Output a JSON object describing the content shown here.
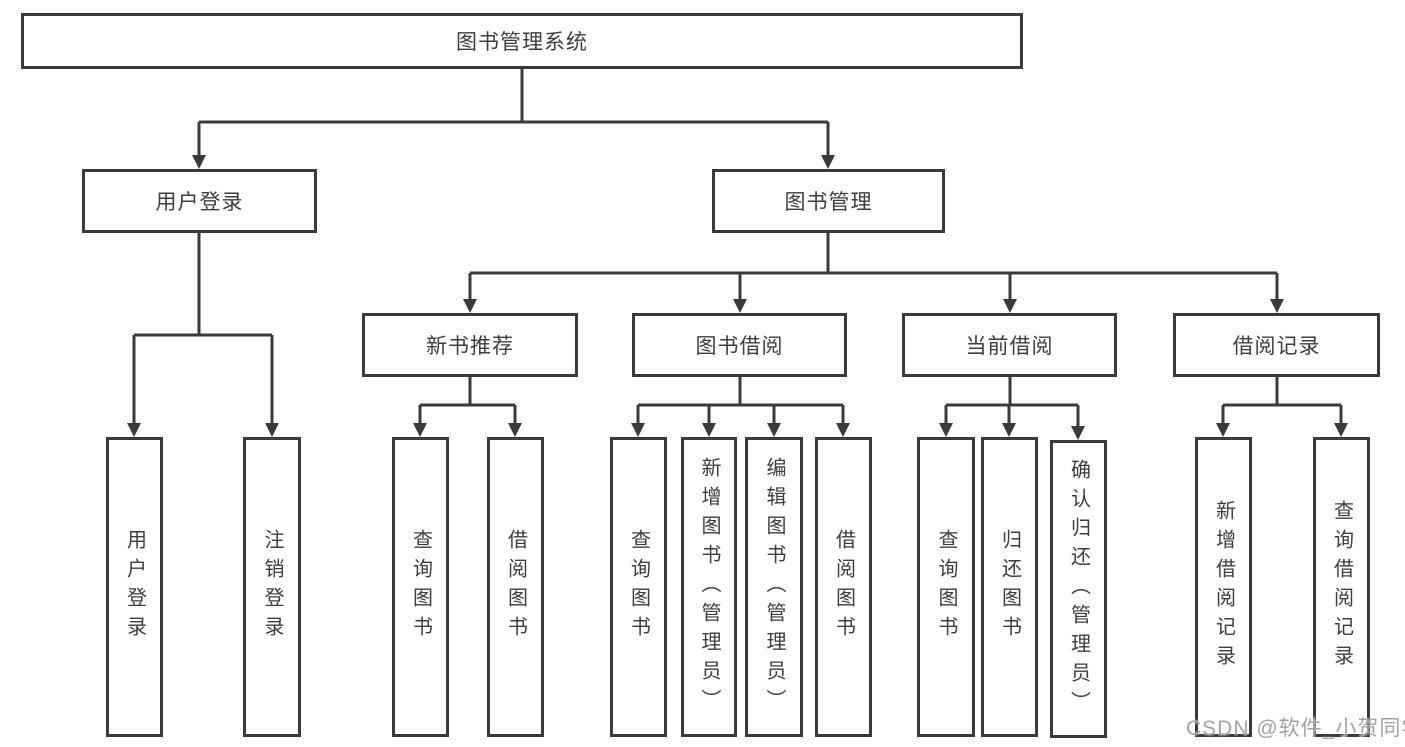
{
  "diagram": {
    "title": "图书管理系统",
    "type": "hierarchy-tree"
  },
  "nodes": {
    "root": "图书管理系统",
    "user_login": "用户登录",
    "book_mgmt": "图书管理",
    "new_book_rec": "新书推荐",
    "book_borrow": "图书借阅",
    "current_borrow": "当前借阅",
    "borrow_records": "借阅记录",
    "leaf_user_login": "用户登录",
    "leaf_logout": "注销登录",
    "leaf_query_book_1": "查询图书",
    "leaf_borrow_book_1": "借阅图书",
    "leaf_query_book_2": "查询图书",
    "leaf_add_book": "新增图书（管理员）",
    "leaf_edit_book": "编辑图书（管理员）",
    "leaf_borrow_book_2": "借阅图书",
    "leaf_query_book_3": "查询图书",
    "leaf_return_book": "归还图书",
    "leaf_confirm_return": "确认归还（管理员）",
    "leaf_add_record": "新增借阅记录",
    "leaf_query_record": "查询借阅记录"
  },
  "hierarchy": {
    "图书管理系统": {
      "用户登录": [
        "用户登录",
        "注销登录"
      ],
      "图书管理": {
        "新书推荐": [
          "查询图书",
          "借阅图书"
        ],
        "图书借阅": [
          "查询图书",
          "新增图书（管理员）",
          "编辑图书（管理员）",
          "借阅图书"
        ],
        "当前借阅": [
          "查询图书",
          "归还图书",
          "确认归还（管理员）"
        ],
        "借阅记录": [
          "新增借阅记录",
          "查询借阅记录"
        ]
      }
    }
  },
  "watermark": "CSDN @软件_小贺同学",
  "colors": {
    "line": "#3a3a3a",
    "box_border": "#3a3a3a",
    "text": "#3d3d3d",
    "watermark": "#a3a3a3",
    "background": "#ffffff"
  }
}
